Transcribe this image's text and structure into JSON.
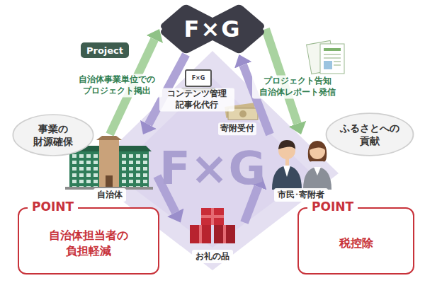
{
  "diagram": {
    "nodes": [
      {
        "text": [
          "F×G"
        ]
      },
      {
        "text": [
          "Project"
        ]
      },
      {
        "text": [
          "事業の 財源確保"
        ]
      },
      {
        "text": [
          "自治体"
        ]
      },
      {
        "text": [
          "POINT",
          "自治体担当者の 負担軽減"
        ]
      },
      {
        "text": [
          "ふるさとへの 貢献"
        ]
      },
      {
        "text": [
          "市民･寄附者"
        ]
      },
      {
        "text": [
          "POINT",
          "税控除"
        ]
      },
      {
        "text": [
          "お礼の品"
        ]
      }
    ],
    "edges": [
      {
        "from": 3,
        "to": 0,
        "arrow": "to",
        "label": "自治体事業単位での プロジェクト掲出"
      },
      {
        "from": 0,
        "to": 6,
        "arrow": "to",
        "label": "プロジェクト告知 自治体レポート発信"
      },
      {
        "from": 6,
        "to": 0,
        "arrow": "to",
        "label": "寄附受付"
      },
      {
        "from": 0,
        "to": 3,
        "arrow": "to",
        "label": "コンテンツ管理 記事化代行"
      },
      {
        "from": 3,
        "to": 8,
        "arrow": "to"
      },
      {
        "from": 8,
        "to": 6,
        "arrow": "to"
      }
    ],
    "labels": [
      "F×G",
      "F×G"
    ]
  }
}
